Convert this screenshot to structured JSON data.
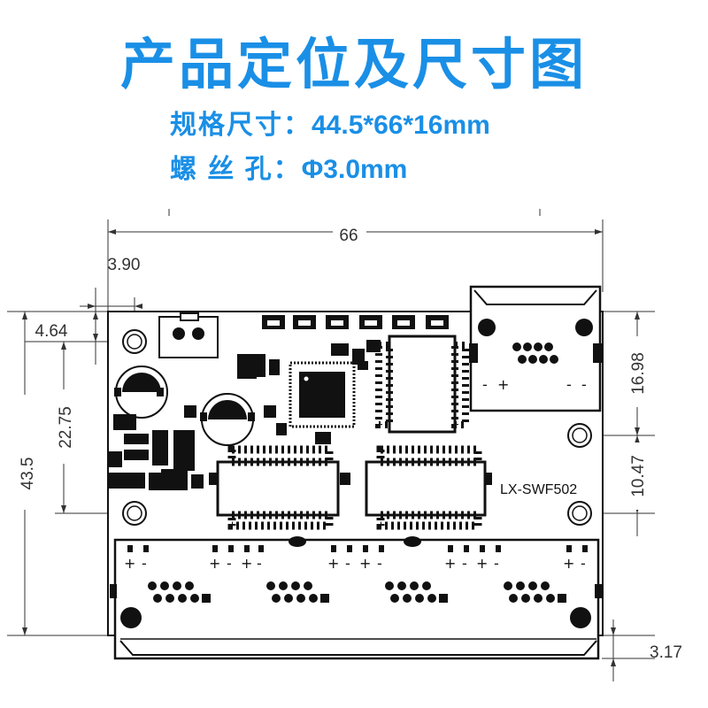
{
  "title": "产品定位及尺寸图",
  "spec": {
    "size_label": "规格尺寸：",
    "size_value": "44.5*66*16mm",
    "hole_label": "螺 丝 孔：",
    "hole_value": "Φ3.0mm"
  },
  "dimensions": {
    "width": "66",
    "hole_offset_x": "3.90",
    "hole_offset_top": "4.64",
    "hole_spacing_left": "22.75",
    "height": "43.5",
    "right_top": "16.98",
    "right_mid": "10.47",
    "bottom": "3.17"
  },
  "board": {
    "model": "LX-SWF502",
    "plus": "+",
    "minus": "-"
  }
}
